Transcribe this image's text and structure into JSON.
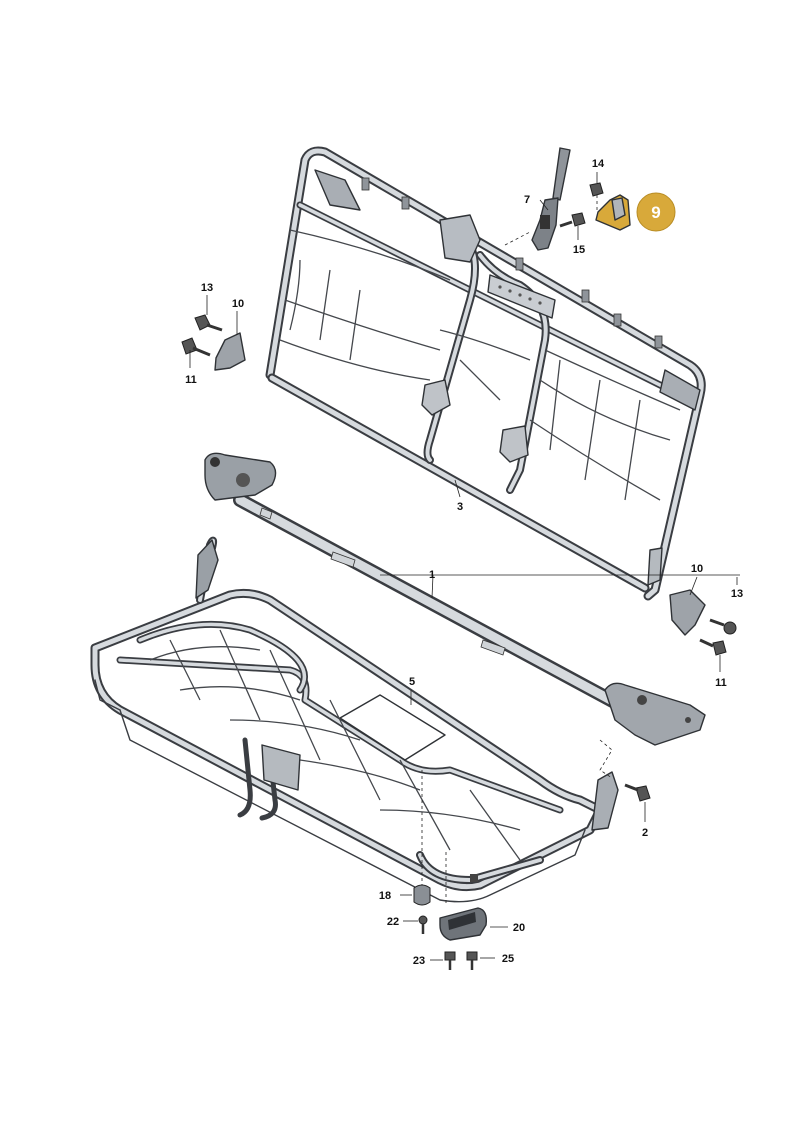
{
  "highlight_color": "#d8a93a",
  "callouts": {
    "n1": "1",
    "n2": "2",
    "n3": "3",
    "n5": "5",
    "n7": "7",
    "n9": "9",
    "n10a": "10",
    "n10b": "10",
    "n11a": "11",
    "n11b": "11",
    "n13a": "13",
    "n13b": "13",
    "n14": "14",
    "n15": "15",
    "n18": "18",
    "n20": "20",
    "n22": "22",
    "n23": "23",
    "n25": "25"
  }
}
